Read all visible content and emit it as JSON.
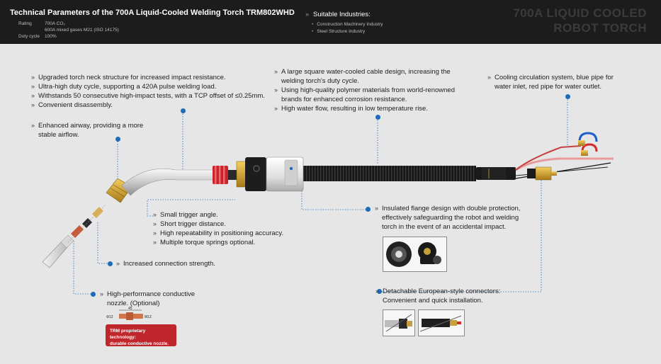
{
  "header": {
    "title": "Technical Parameters of the 700A Liquid-Cooled Welding Torch TRM802WHD",
    "specs": [
      {
        "label": "Rating",
        "value": "700A CO₂"
      },
      {
        "label": "",
        "value": "600A mixed gases M21 (ISO 14175)"
      },
      {
        "label": "Duty cycle",
        "value": "100%"
      }
    ],
    "industries_title": "Suitable Industries:",
    "industries": [
      "Construction Machinery Industry",
      "Steel Structure Industry"
    ],
    "watermark_lines": [
      "700A LIQUID COOLED",
      "ROBOT TORCH"
    ]
  },
  "callouts": {
    "neck": [
      "Upgraded torch neck structure for increased impact resistance.",
      "Ultra-high duty cycle, supporting a 420A pulse welding load.",
      "Withstands 50 consecutive high-impact tests, with a TCP offset of ≤0.25mm.",
      "Convenient disassembly."
    ],
    "airway": [
      "Enhanced airway, providing a more",
      "stable airflow."
    ],
    "cable": [
      [
        "A large square water-cooled cable design, increasing the",
        "welding torch's duty cycle."
      ],
      [
        "Using high-quality polymer materials from world-renowned",
        "brands for enhanced corrosion resistance."
      ],
      [
        "High water flow, resulting in low temperature rise."
      ]
    ],
    "cooling": [
      "Cooling circulation system, blue pipe for",
      "water inlet, red pipe for water outlet."
    ],
    "trigger": [
      "Small trigger angle.",
      "Short trigger distance.",
      "High repeatability in positioning accuracy.",
      "Multiple torque springs optional."
    ],
    "flange": [
      "Insulated flange design with double protection,",
      "effectively safeguarding the robot and welding",
      "torch in the event of an accidental impact."
    ],
    "connection": "Increased connection strength.",
    "nozzle": [
      "High-performance conductive",
      "nozzle.  (Optional)"
    ],
    "european": [
      "Detachable European-style connectors:",
      "Convenient and quick installation."
    ]
  },
  "nozzle_dims": {
    "length": "45",
    "left": "Φ12",
    "right": "M12"
  },
  "badge": [
    "TRM proprietary technology:",
    "durable conductive nozzle."
  ],
  "colors": {
    "header_bg": "#1c1c1c",
    "dot": "#1e6bb8",
    "badge": "#c0272d",
    "collar_red": "#c8242b",
    "inlet": "#1e5fc7",
    "outlet": "#d42a2a"
  }
}
